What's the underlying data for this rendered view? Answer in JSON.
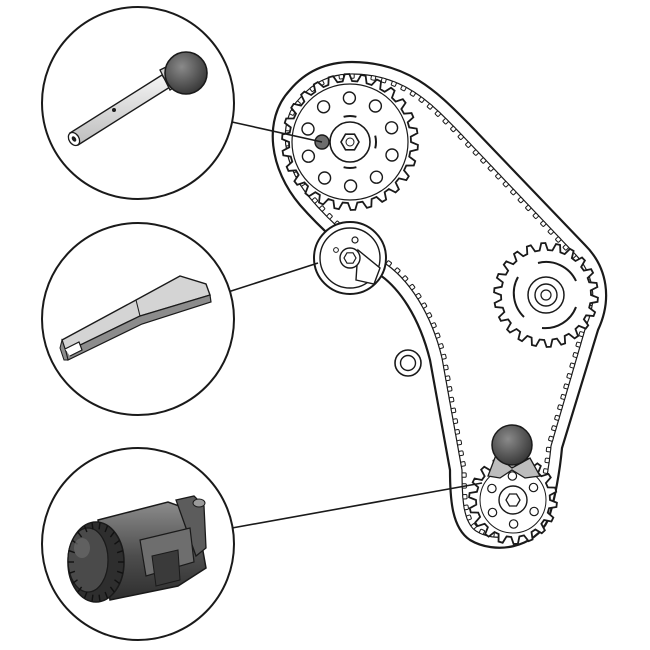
{
  "diagram": {
    "kind": "timing-belt-locking-tools",
    "colors": {
      "background": "#ffffff",
      "stroke": "#1a1a1a",
      "tool_dark": "#4a4a4a",
      "tool_mid": "#7a7a7a",
      "tool_light": "#bcbcbc",
      "tool_highlight": "#d9d9d9"
    },
    "callouts": [
      {
        "id": "camshaft-locking-pin",
        "icon": "pin-tool-icon",
        "points_to": "camshaft-sprocket"
      },
      {
        "id": "tensioner-locking-plate",
        "icon": "plate-tool-icon",
        "points_to": "belt-tensioner"
      },
      {
        "id": "crankshaft-locking-tool",
        "icon": "knurled-tool-icon",
        "points_to": "crankshaft-sprocket"
      }
    ],
    "components": [
      {
        "id": "camshaft-sprocket",
        "teeth": 26
      },
      {
        "id": "belt-tensioner",
        "teeth": 0
      },
      {
        "id": "water-pump-sprocket",
        "teeth": 22
      },
      {
        "id": "idler-pulley",
        "teeth": 0
      },
      {
        "id": "crankshaft-sprocket",
        "teeth": 18
      },
      {
        "id": "timing-belt",
        "teeth": 110
      }
    ]
  }
}
